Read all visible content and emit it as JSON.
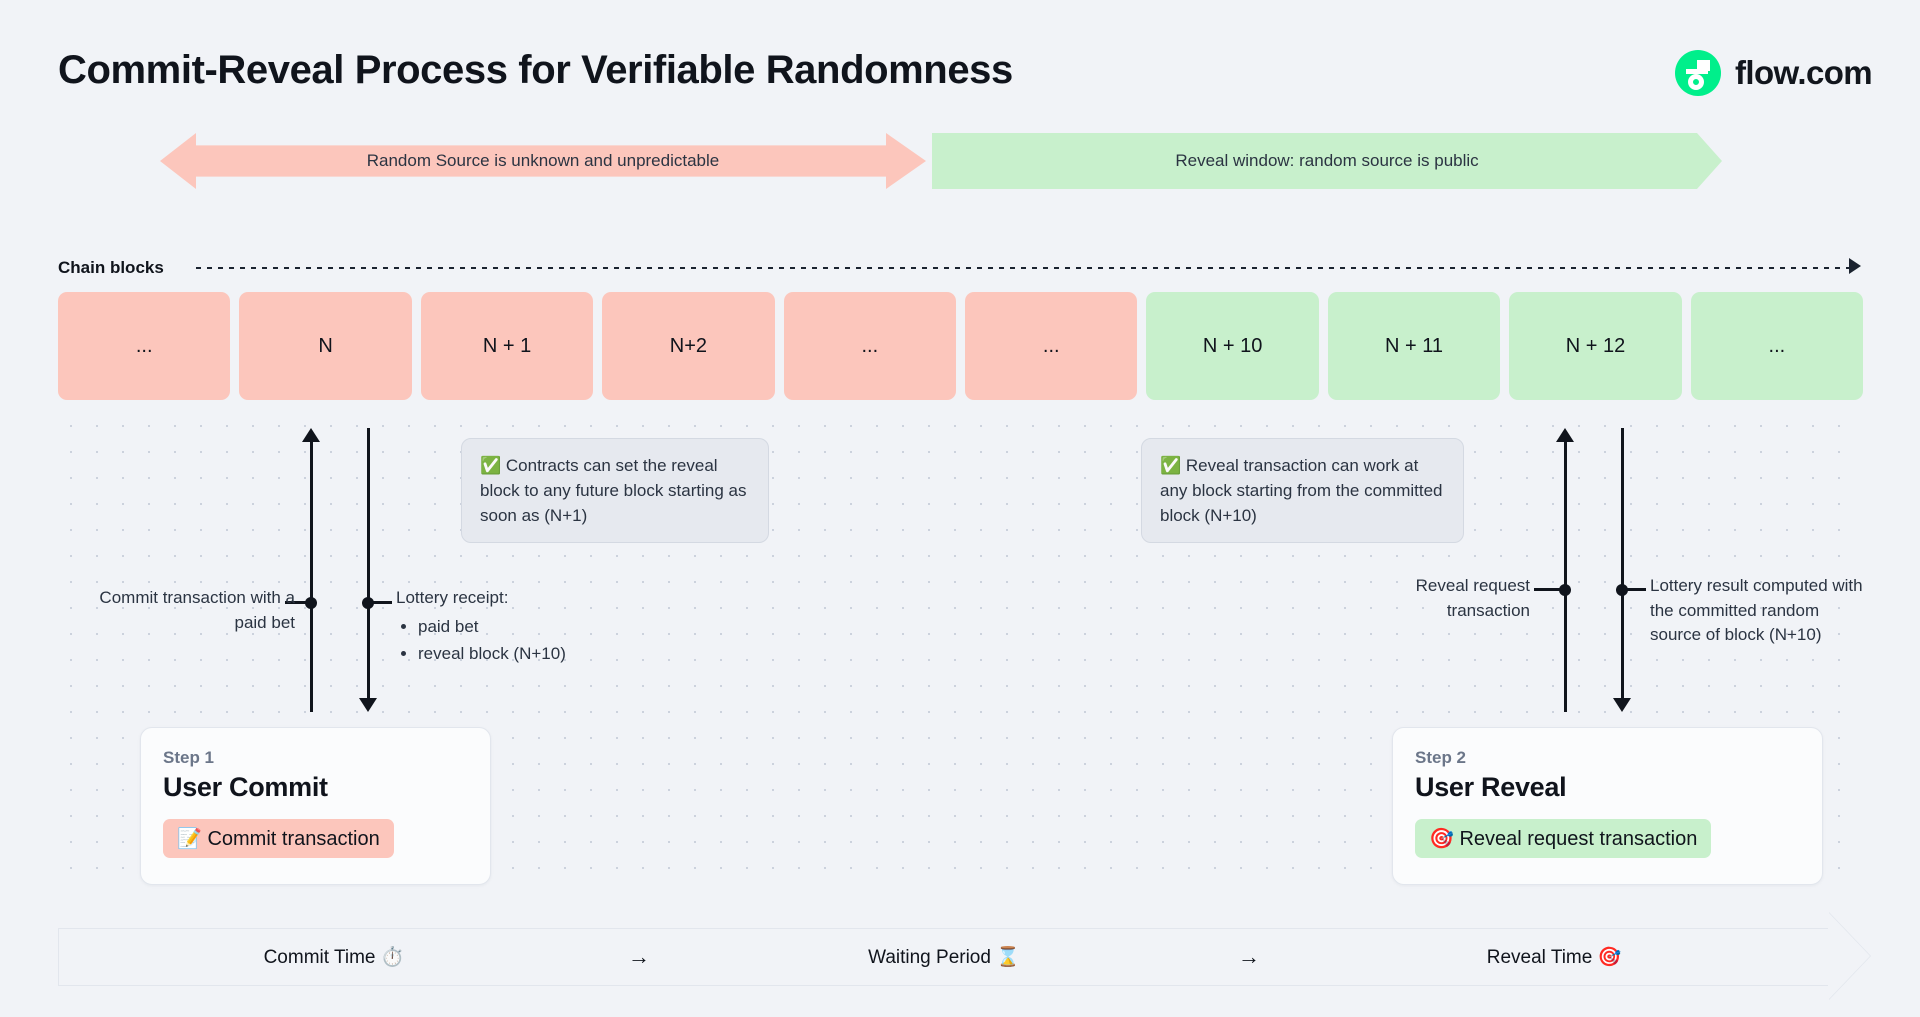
{
  "page": {
    "title": "Commit-Reveal Process for Verifiable Randomness",
    "brand": "flow.com",
    "brand_icon": "flow-logo-icon",
    "brand_color": "#00ef8b"
  },
  "banners": {
    "pink": {
      "label": "Random Source is unknown and unpredictable",
      "color": "#fcc6bc"
    },
    "green": {
      "label": "Reveal window: random source is public",
      "color": "#c8f0cc"
    }
  },
  "chain": {
    "label": "Chain blocks",
    "blocks": [
      {
        "label": "...",
        "state": "pink"
      },
      {
        "label": "N",
        "state": "pink"
      },
      {
        "label": "N + 1",
        "state": "pink"
      },
      {
        "label": "N+2",
        "state": "pink"
      },
      {
        "label": "...",
        "state": "pink"
      },
      {
        "label": "...",
        "state": "pink"
      },
      {
        "label": "N + 10",
        "state": "green"
      },
      {
        "label": "N + 11",
        "state": "green"
      },
      {
        "label": "N + 12",
        "state": "green"
      },
      {
        "label": "...",
        "state": "green"
      }
    ]
  },
  "callouts": {
    "commit": "✅ Contracts can set the reveal block to any future block starting as soon as (N+1)",
    "reveal": "✅ Reveal transaction can work at any block starting from the committed block (N+10)"
  },
  "annotations": {
    "commit_tx": "Commit transaction with a paid bet",
    "receipt_title": "Lottery receipt:",
    "receipt_items": [
      "paid bet",
      "reveal block (N+10)"
    ],
    "reveal_request": "Reveal request transaction",
    "lottery_result": "Lottery result computed with the committed random source of block (N+10)"
  },
  "steps": [
    {
      "step": "Step 1",
      "heading": "User Commit",
      "chip": "📝 Commit transaction",
      "chip_color": "#fcc6bc"
    },
    {
      "step": "Step 2",
      "heading": "User Reveal",
      "chip": "🎯 Reveal request transaction",
      "chip_color": "#c8f0cc"
    }
  ],
  "timeline": {
    "segments": [
      "Commit Time ⏱️",
      "Waiting Period ⌛",
      "Reveal Time 🎯"
    ],
    "separator": "→"
  }
}
